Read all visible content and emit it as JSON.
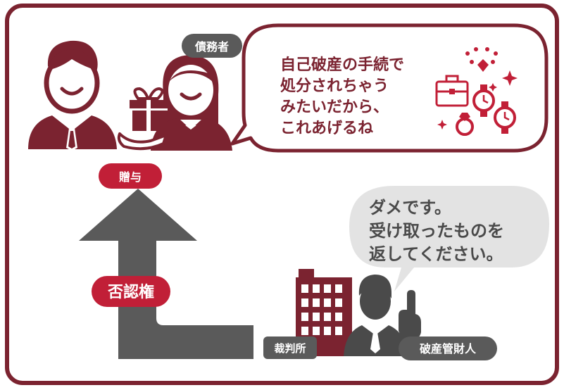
{
  "labels": {
    "debtor": "債務者",
    "gift": "贈与",
    "denial_right": "否認権",
    "court": "裁判所",
    "trustee": "破産管財人"
  },
  "debtor_speech": {
    "lines": [
      "自己破産の手続で",
      "処分されちゃう",
      "みたいだから、",
      "これあげるね"
    ]
  },
  "trustee_speech": {
    "lines": [
      "ダメです。",
      "受け取ったものを",
      "返してください。"
    ]
  },
  "icons": [
    "man-icon",
    "woman-debtor-icon",
    "gift-box-icon",
    "hand-icon",
    "briefcase-icon",
    "wristwatch-icon",
    "ring-icon",
    "jewelry-icon",
    "building-icon",
    "businessman-pointing-icon",
    "arrow-icon"
  ],
  "colors": {
    "maroon": "#7b2330",
    "red": "#c11f37",
    "gray": "#5a5a5a",
    "bubble_gray": "#e3e3e3"
  }
}
